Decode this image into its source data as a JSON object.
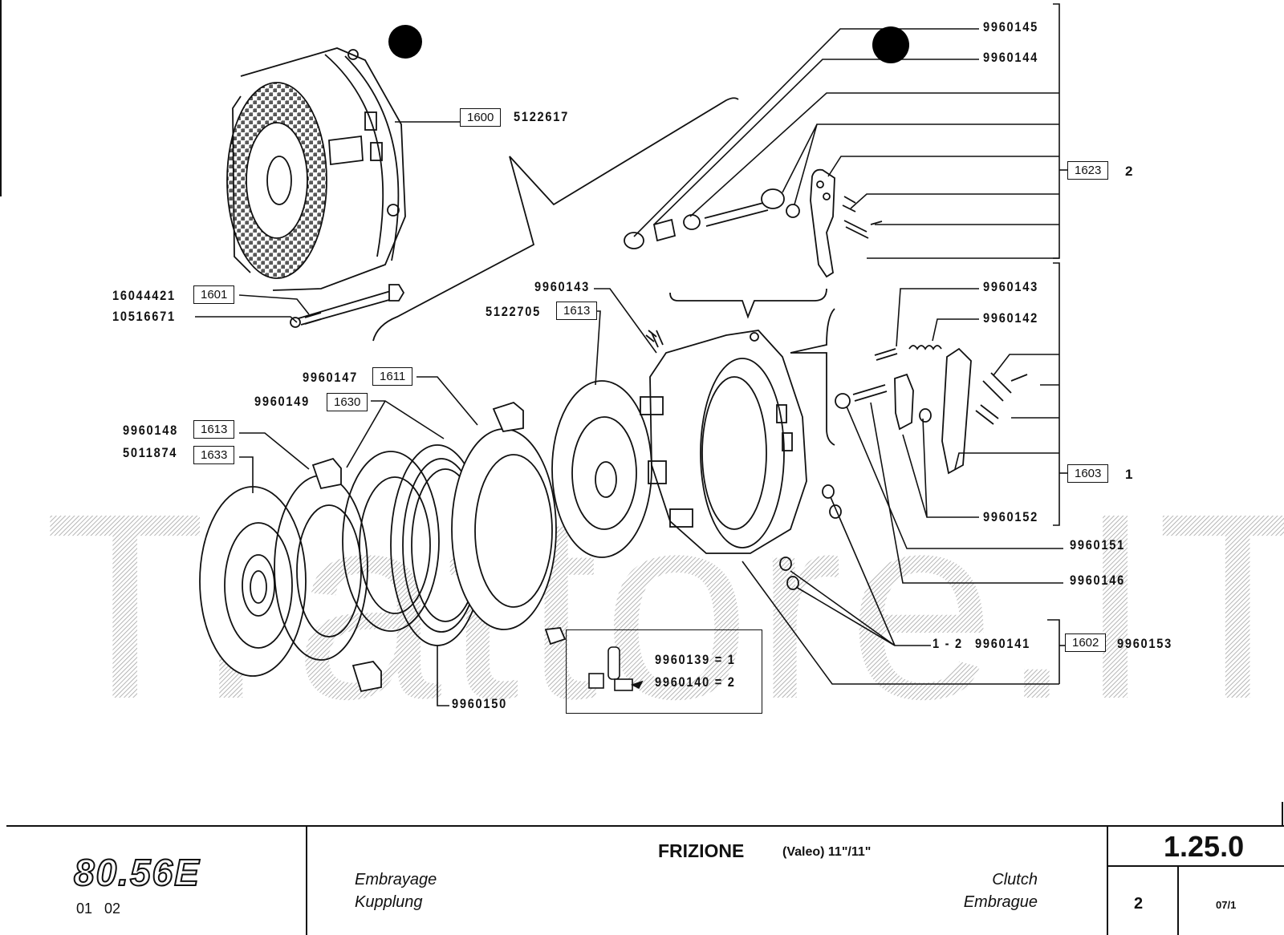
{
  "page": {
    "watermark": "Trattore.IT",
    "registration_marks": 2
  },
  "callouts": {
    "assembly_top": {
      "ref": "1600",
      "part": "5122617"
    },
    "bolt": {
      "part": "16044421",
      "ref": "1601"
    },
    "washer": {
      "part": "10516671"
    },
    "pin_9960143_left": {
      "part": "9960143"
    },
    "driven_disc_right": {
      "part": "5122705",
      "ref": "1613"
    },
    "pressure_plate": {
      "part": "9960147",
      "ref": "1611"
    },
    "intermediate": {
      "part": "9960149",
      "ref": "1630"
    },
    "disc_left": {
      "part": "9960148",
      "ref": "1613"
    },
    "hub_disc": {
      "part": "5011874",
      "ref": "1633"
    },
    "ring": {
      "part": "9960150"
    },
    "adjust_nut": {
      "part": "9960145"
    },
    "adjust_spring": {
      "part": "9960144"
    },
    "lever_group_top": {
      "ref": "1623",
      "qty": "2"
    },
    "pin_right": {
      "part": "9960143"
    },
    "spring_right": {
      "part": "9960142"
    },
    "lever_group_bottom": {
      "ref": "1603",
      "qty": "1"
    },
    "lever_pivot": {
      "part": "9960152"
    },
    "nut": {
      "part": "9960151"
    },
    "stud": {
      "part": "9960146"
    },
    "bushing": {
      "qty": "1 - 2",
      "part": "9960141"
    },
    "cover_kit": {
      "ref": "1602",
      "part": "9960153"
    }
  },
  "kit_box": {
    "lines": [
      "9960139 = 1",
      "9960140 = 2"
    ]
  },
  "footer": {
    "model": "80.56E",
    "model_codes": "01   02",
    "title": "FRIZIONE",
    "subtitle": "(Valeo) 11\"/11\"",
    "lang_fr": "Embrayage",
    "lang_de": "Kupplung",
    "lang_en": "Clutch",
    "lang_es": "Embrague",
    "section": "1.25.0",
    "sheet": "2",
    "revision": "07/1"
  }
}
